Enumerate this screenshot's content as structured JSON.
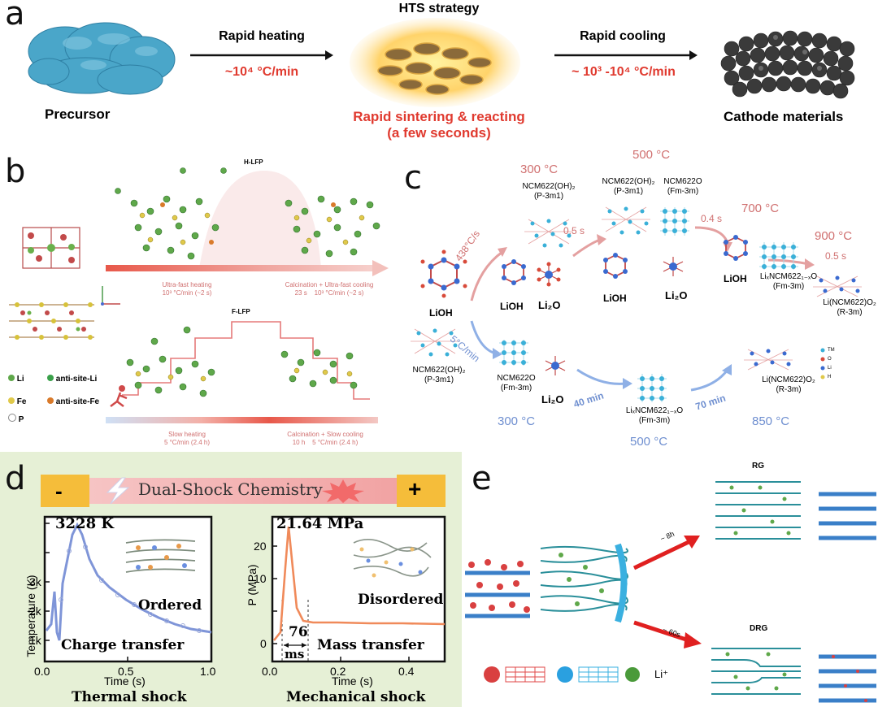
{
  "panel_a": {
    "label": "a",
    "precursor": "Precursor",
    "heating": "Rapid heating",
    "heating_rate": "~10⁴ °C/min",
    "strategy": "HTS strategy",
    "sinter_line1": "Rapid sintering & reacting",
    "sinter_line2": "(a few seconds)",
    "cooling": "Rapid cooling",
    "cooling_rate": "~ 10³ -10⁴ °C/min",
    "cathode": "Cathode materials",
    "colors": {
      "precursor": "#4aa6c9",
      "cathode": "#3a3a3a",
      "accent_red": "#e03a2f"
    }
  },
  "panel_b": {
    "label": "b",
    "hlfp": "H-LFP",
    "flfp": "F-LFP",
    "uf_heat_1": "Ultra-fast heating",
    "uf_heat_2": "10³ °C/min (~2 s)",
    "calc_fast_1": "Calcination + Ultra-fast cooling",
    "calc_fast_2a": "23 s",
    "calc_fast_2b": "10³ °C/min (~2 s)",
    "slow_heat_1": "Slow heating",
    "slow_heat_2": "5 °C/min (2.4 h)",
    "calc_slow_1": "Calcination + Slow cooling",
    "calc_slow_2a": "10 h",
    "calc_slow_2b": "5 °C/min (2.4 h)",
    "legend": {
      "li": "Li",
      "anti_li": "anti-site-Li",
      "fe": "Fe",
      "anti_fe": "anti-site-Fe",
      "p": "P"
    }
  },
  "panel_c": {
    "label": "c",
    "t300_top": "300 °C",
    "t500_top": "500 °C",
    "t700": "700 °C",
    "t900": "900 °C",
    "t300_bot": "300 °C",
    "t500_bot": "500 °C",
    "t850": "850 °C",
    "ncm_oh_top": "NCM622(OH)₂",
    "ncm_oh_top_sg": "(P-3m1)",
    "ncm_oh_mid": "NCM622(OH)₂",
    "ncm_oh_mid_sg": "(P-3m1)",
    "ncm_o_top": "NCM622O",
    "ncm_o_top_sg": "(Fm-3m)",
    "rate_top": "438°C/s",
    "rate_bot": "5°C/min",
    "t05a": "0.5 s",
    "t04": "0.4 s",
    "t05b": "0.5 s",
    "lioh_left": "LiOH",
    "lioh_a": "LiOH",
    "li2o_a": "Li₂O",
    "lioh_b": "LiOH",
    "li2o_b": "Li₂O",
    "lioh_c": "LiOH",
    "lix_top": "LiₓNCM622₁₋ₓO",
    "lix_top_sg": "(Fm-3m)",
    "final_top": "Li(NCM622)O₂",
    "final_top_sg": "(R-3m)",
    "ncm_oh_bot": "NCM622(OH)₂",
    "ncm_oh_bot_sg": "(P-3m1)",
    "ncm_o_bot": "NCM622O",
    "ncm_o_bot_sg": "(Fm-3m)",
    "li2o_c": "Li₂O",
    "t40": "40 min",
    "lix_bot": "LiₓNCM622₁₋ₓO",
    "lix_bot_sg": "(Fm-3m)",
    "t70": "70 min",
    "final_bot": "Li(NCM622)O₂",
    "final_bot_sg": "(R-3m)",
    "legend": {
      "tm": "TM",
      "o": "O",
      "li": "Li",
      "h": "H"
    }
  },
  "panel_d": {
    "label": "d",
    "banner": "Dual-Shock Chemistry",
    "minus": "-",
    "plus": "+",
    "left_peak": "3228 K",
    "left_ylabel": "Temperature (K)",
    "left_xlabel": "Time (s)",
    "left_state": "Ordered",
    "left_process": "Charge transfer",
    "left_caption": "Thermal shock",
    "left_yticks": [
      "1k",
      "2k",
      "3k"
    ],
    "left_xticks": [
      "0.0",
      "0.5",
      "1.0"
    ],
    "right_peak": "21.64 MPa",
    "right_ylabel": "P (MPa)",
    "right_xlabel": "Time (s)",
    "right_state": "Disordered",
    "right_process": "Mass transfer",
    "right_caption": "Mechanical shock",
    "right_dur_1": "76",
    "right_dur_2": "ms",
    "right_yticks": [
      "0",
      "10",
      "20"
    ],
    "right_xticks": [
      "0.0",
      "0.2",
      "0.4"
    ]
  },
  "panel_e": {
    "label": "e",
    "rg": "RG",
    "drg": "DRG",
    "t_top": "~ 8h",
    "t_bot": "~ 60s",
    "li_plus": "Li⁺"
  }
}
